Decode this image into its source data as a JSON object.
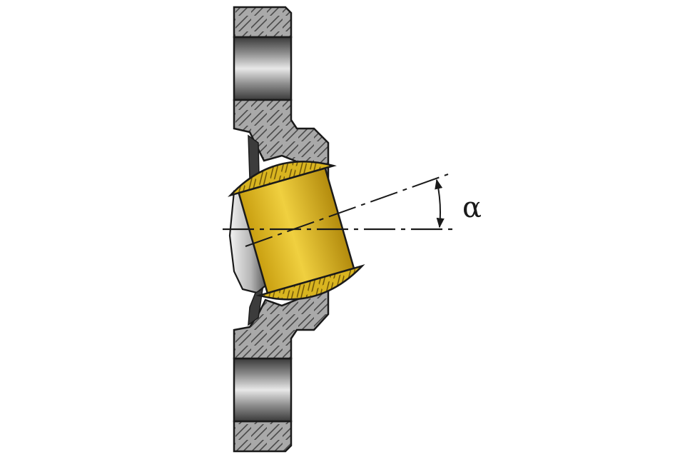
{
  "annotations": {
    "angle_symbol": "α"
  },
  "colors": {
    "background": "#ffffff",
    "outline": "#1a1a1a",
    "housing_fill": "#a9a9a9",
    "housing_hatch": "#4a4a4a",
    "ball_fill": "#d9b520",
    "ball_dark": "#a88412",
    "ball_hatch": "#6b5208",
    "bore_dark": "#3c3c3c",
    "bore_light": "#e6e6e6"
  },
  "icons": {
    "housing": "flange-housing-section",
    "bearing": "spherical-plain-bearing-ball",
    "axis": "center-line",
    "angle": "tilt-angle-arrow"
  }
}
